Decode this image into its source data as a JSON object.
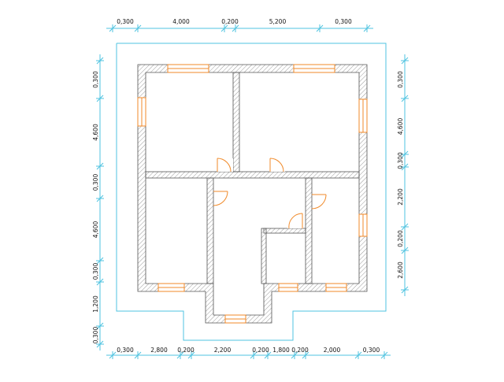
{
  "colors": {
    "dim_line": "#4fc3e0",
    "wall_stroke": "#555555",
    "wall_hatch": "#9a9a9a",
    "opening": "#f08a2a",
    "text": "#111111",
    "background": "#ffffff"
  },
  "dimensions": {
    "top": [
      "0,300",
      "4,000",
      "0,200",
      "5,200",
      "0,300"
    ],
    "bottom": [
      "0,300",
      "2,800",
      "0,200",
      "2,200",
      "0,200",
      "1,800",
      "0,200",
      "2,000",
      "0,300"
    ],
    "left": [
      "0,300",
      "4,600",
      "0,300",
      "4,600",
      "0,300",
      "1,200",
      "0,300"
    ],
    "right": [
      "0,300",
      "4,600",
      "0,300",
      "2,200",
      "0,200",
      "2,600"
    ]
  }
}
